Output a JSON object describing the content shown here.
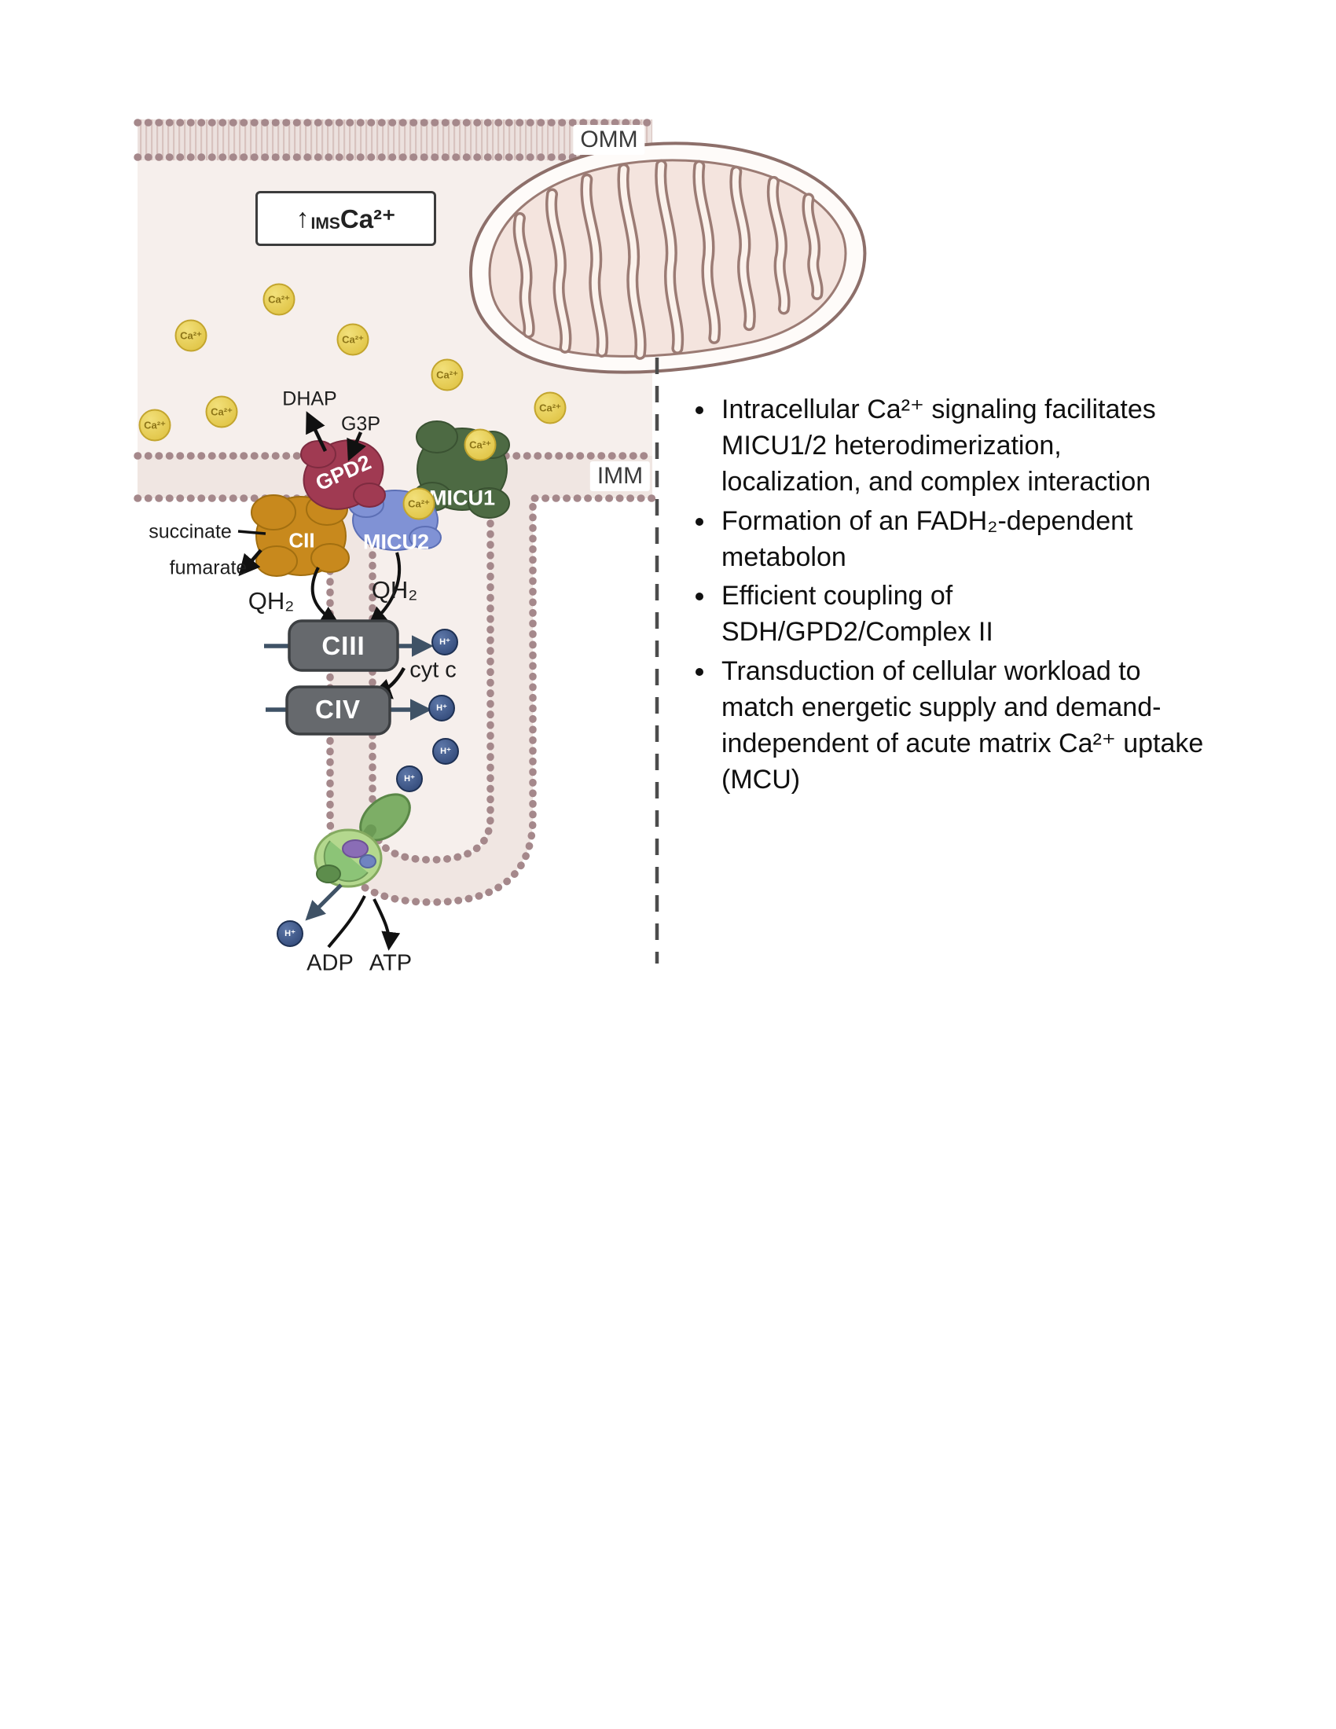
{
  "figure": {
    "omm_label": "OMM",
    "imm_label": "IMM",
    "ims_box": {
      "arrow": "↑",
      "subscript": "IMS",
      "species": "Ca²⁺"
    },
    "proteins": {
      "gpd2": "GPD2",
      "micu1": "MICU1",
      "micu2": "MICU2",
      "cii": "CII",
      "ciii": "CIII",
      "civ": "CIV"
    },
    "metabolites": {
      "dhap": "DHAP",
      "g3p": "G3P",
      "succinate": "succinate",
      "fumarate": "fumarate",
      "qh2": "QH₂",
      "cyt_c": "cyt c",
      "adp": "ADP",
      "atp": "ATP"
    },
    "ions": {
      "calcium": "Ca²⁺",
      "proton": "H⁺"
    },
    "colors": {
      "gpd2": "#a03a52",
      "micu1": "#4d6a43",
      "micu2": "#8092d5",
      "cii": "#c8891d",
      "complex_box": "#66696d",
      "calcium_ion": "#e5ca4d",
      "proton_ion": "#2e4a7a",
      "membrane_bead": "#a5888b",
      "ims_fill": "#f6efec"
    }
  },
  "bullets": [
    "Intracellular Ca²⁺ signaling facilitates MICU1/2 heterodimerization, localization, and complex interaction",
    "Formation of an FADH₂-dependent metabolon",
    "Efficient coupling of SDH/GPD2/Complex II",
    "Transduction of cellular workload to match energetic supply and demand-independent of acute matrix Ca²⁺ uptake (MCU)"
  ]
}
